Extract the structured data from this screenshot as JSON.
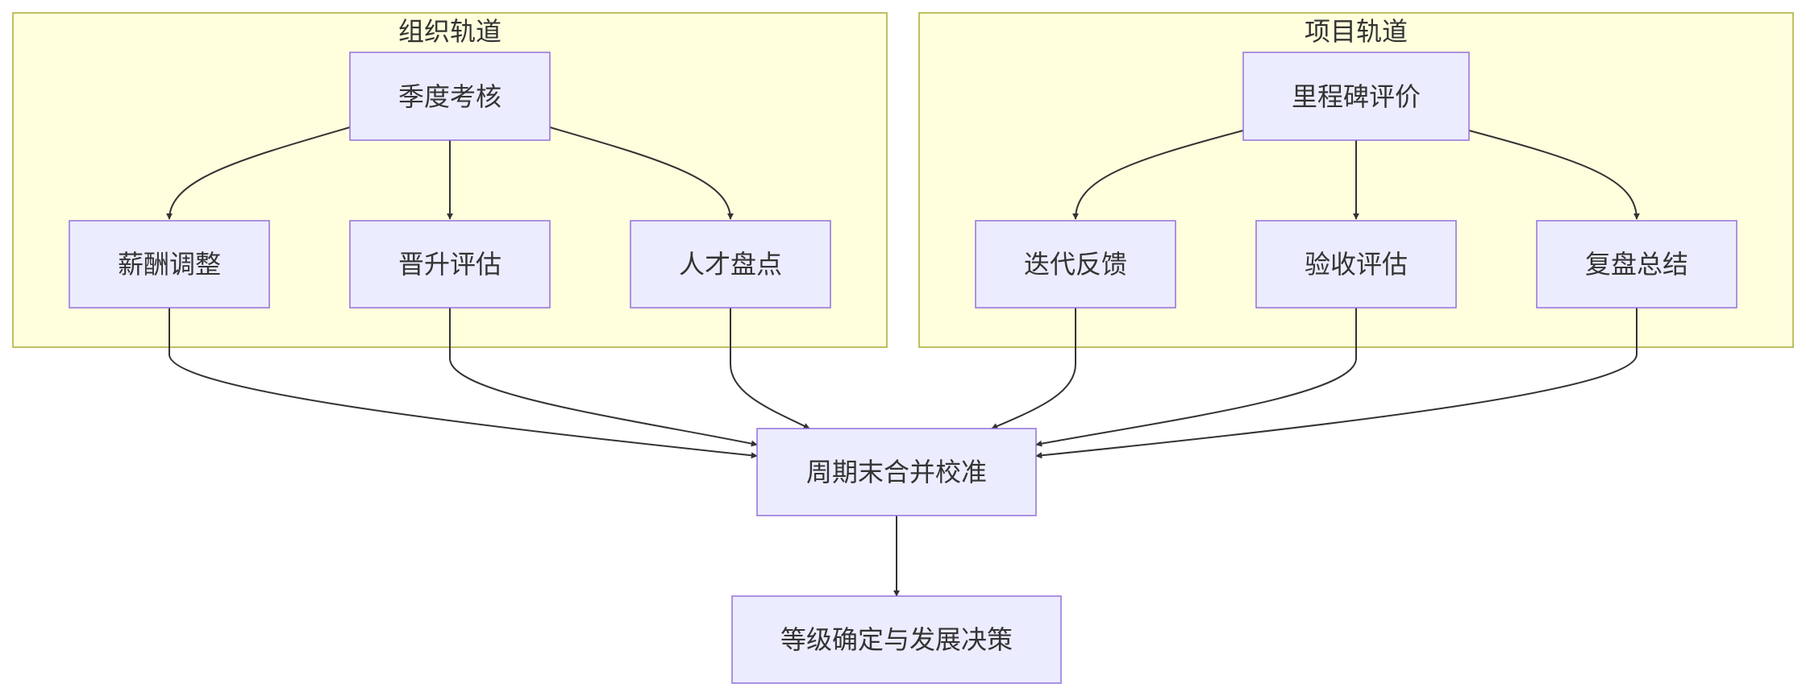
{
  "clusters": {
    "org": {
      "title": "组织轨道"
    },
    "proj": {
      "title": "项目轨道"
    }
  },
  "nodes": {
    "quarterly_review": {
      "label": "季度考核"
    },
    "salary_adjust": {
      "label": "薪酬调整"
    },
    "promotion_eval": {
      "label": "晋升评估"
    },
    "talent_review": {
      "label": "人才盘点"
    },
    "milestone_eval": {
      "label": "里程碑评价"
    },
    "iteration_feedback": {
      "label": "迭代反馈"
    },
    "acceptance_eval": {
      "label": "验收评估"
    },
    "retrospective": {
      "label": "复盘总结"
    },
    "merge_calibrate": {
      "label": "周期末合并校准"
    },
    "grade_decision": {
      "label": "等级确定与发展决策"
    }
  },
  "colors": {
    "cluster_fill": "#ffffde",
    "cluster_stroke": "#aaaa33",
    "node_fill": "#ececff",
    "node_stroke": "#9370db",
    "edge": "#333333",
    "text": "#333333"
  }
}
